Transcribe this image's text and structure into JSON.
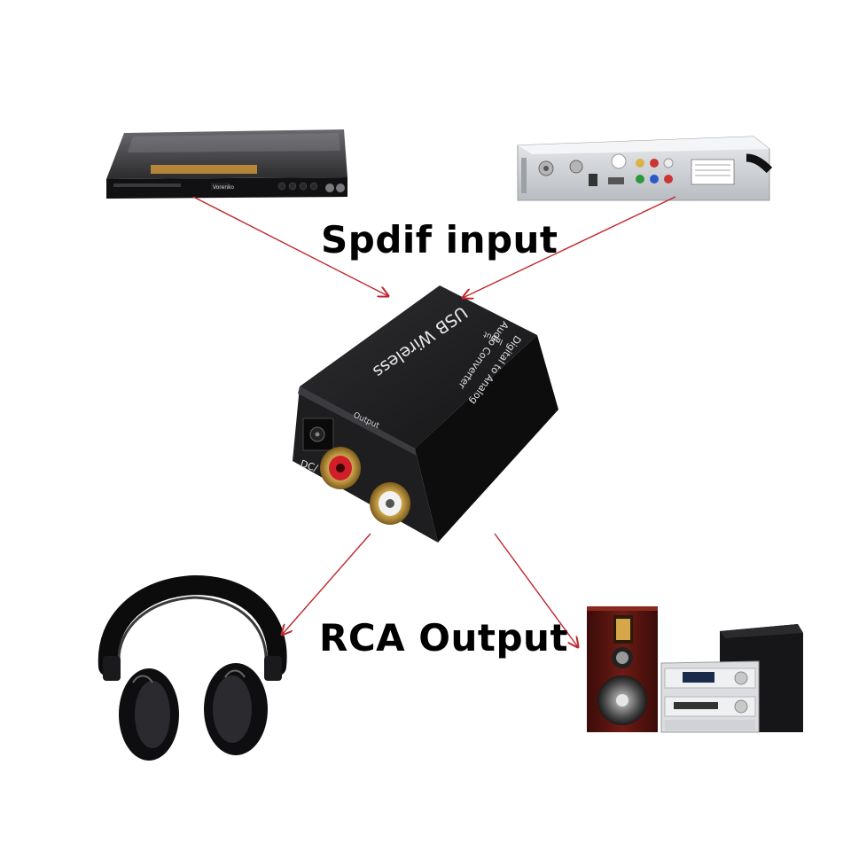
{
  "captions": {
    "input": "Spdif input",
    "output": "RCA Output"
  },
  "converter": {
    "brand": "USB Wireless",
    "model_line1": "Digital to Analog",
    "model_line2": "Audio Converter",
    "port_input": "Input",
    "port_output": "Output",
    "port_power": "DC/"
  },
  "dvd_player": {
    "front_badge": "Vorenko"
  },
  "colors": {
    "arrow": "#c0262d",
    "converter_body": "#1c1c1e",
    "rca_red": "#d11f2a",
    "rca_white": "#f2f2f2",
    "gold": "#c9a24a",
    "speaker_wood": "#5a1410"
  }
}
